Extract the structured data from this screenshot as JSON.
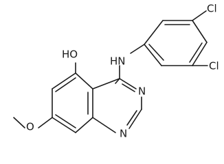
{
  "structure": {
    "labels": {
      "nh": "HN",
      "cl_top": "Cl",
      "cl_right": "Cl",
      "ho": "HO",
      "n_upper": "N",
      "n_lower": "N",
      "o": "O"
    }
  }
}
